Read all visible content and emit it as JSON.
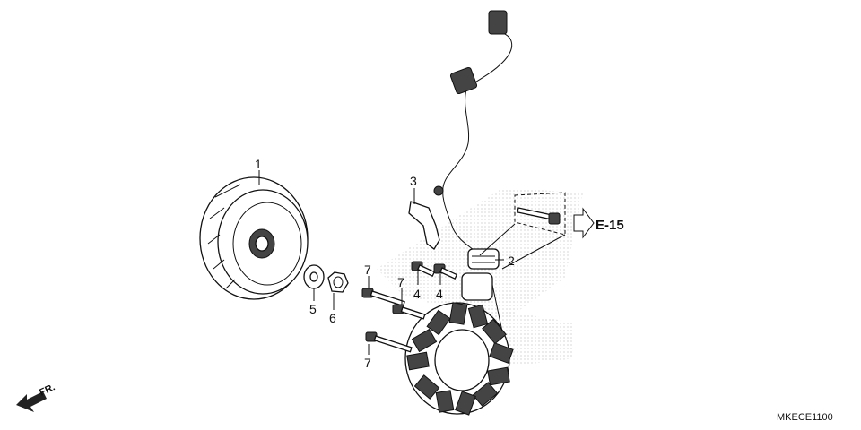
{
  "diagram": {
    "callouts": [
      {
        "id": "1",
        "text": "1"
      },
      {
        "id": "2",
        "text": "2"
      },
      {
        "id": "3",
        "text": "3"
      },
      {
        "id": "4a",
        "text": "4"
      },
      {
        "id": "4b",
        "text": "4"
      },
      {
        "id": "5",
        "text": "5"
      },
      {
        "id": "6",
        "text": "6"
      },
      {
        "id": "7a",
        "text": "7"
      },
      {
        "id": "7b",
        "text": "7"
      },
      {
        "id": "7c",
        "text": "7"
      }
    ],
    "reference": "E-15",
    "direction_label": "FR.",
    "figure_code": "MKECE1100"
  }
}
